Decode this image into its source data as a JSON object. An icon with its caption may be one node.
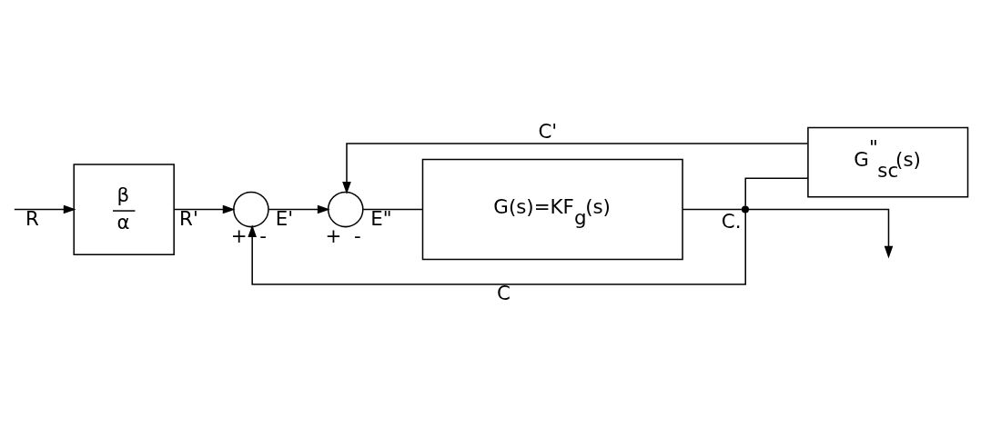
{
  "diagram": {
    "nodes": [
      {
        "text": [
          "β",
          "α"
        ]
      },
      {
        "text": [],
        "shape": "circle",
        "beside": [
          "+",
          "-"
        ]
      },
      {
        "text": [],
        "shape": "circle",
        "beside": [
          "+",
          "-"
        ]
      },
      {
        "text": [
          "G(s)=KF$_{g}$(s)"
        ]
      },
      {
        "text": [],
        "shape": "point",
        "beside": [
          "C."
        ]
      },
      {
        "text": [
          "G$^{\"}$$_{sc}$(s)"
        ]
      }
    ],
    "edges": [
      {
        "from": null,
        "to": 0,
        "arrow": "to",
        "label": "R"
      },
      {
        "from": 0,
        "to": 1,
        "arrow": "to",
        "label": "R'"
      },
      {
        "from": 1,
        "to": 2,
        "arrow": "to",
        "label": "E'"
      },
      {
        "from": 2,
        "to": 3,
        "arrow": "none",
        "label": "E\""
      },
      {
        "from": 3,
        "to": 4,
        "arrow": "none"
      },
      {
        "from": 4,
        "to": null,
        "arrow": "to"
      },
      {
        "from": 4,
        "to": 5,
        "arrow": "none"
      },
      {
        "from": 5,
        "to": 2,
        "arrow": "to",
        "label": "C'"
      },
      {
        "from": 4,
        "to": 1,
        "arrow": "to",
        "label": "C"
      }
    ]
  }
}
